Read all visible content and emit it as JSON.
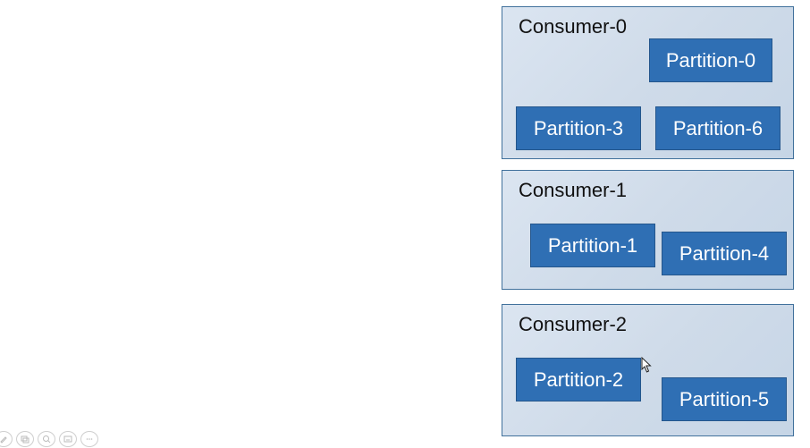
{
  "consumers": [
    {
      "title": "Consumer-0",
      "partitions": [
        "Partition-0",
        "Partition-3",
        "Partition-6"
      ]
    },
    {
      "title": "Consumer-1",
      "partitions": [
        "Partition-1",
        "Partition-4"
      ]
    },
    {
      "title": "Consumer-2",
      "partitions": [
        "Partition-2",
        "Partition-5"
      ]
    }
  ],
  "toolbar": {
    "icons": [
      "pen-icon",
      "slides-icon",
      "zoom-icon",
      "subtitles-icon",
      "more-icon"
    ]
  },
  "colors": {
    "consumer_fill": "#cfdbe9",
    "consumer_border": "#41719c",
    "partition_fill": "#2f6fb4",
    "partition_text": "#ffffff"
  }
}
